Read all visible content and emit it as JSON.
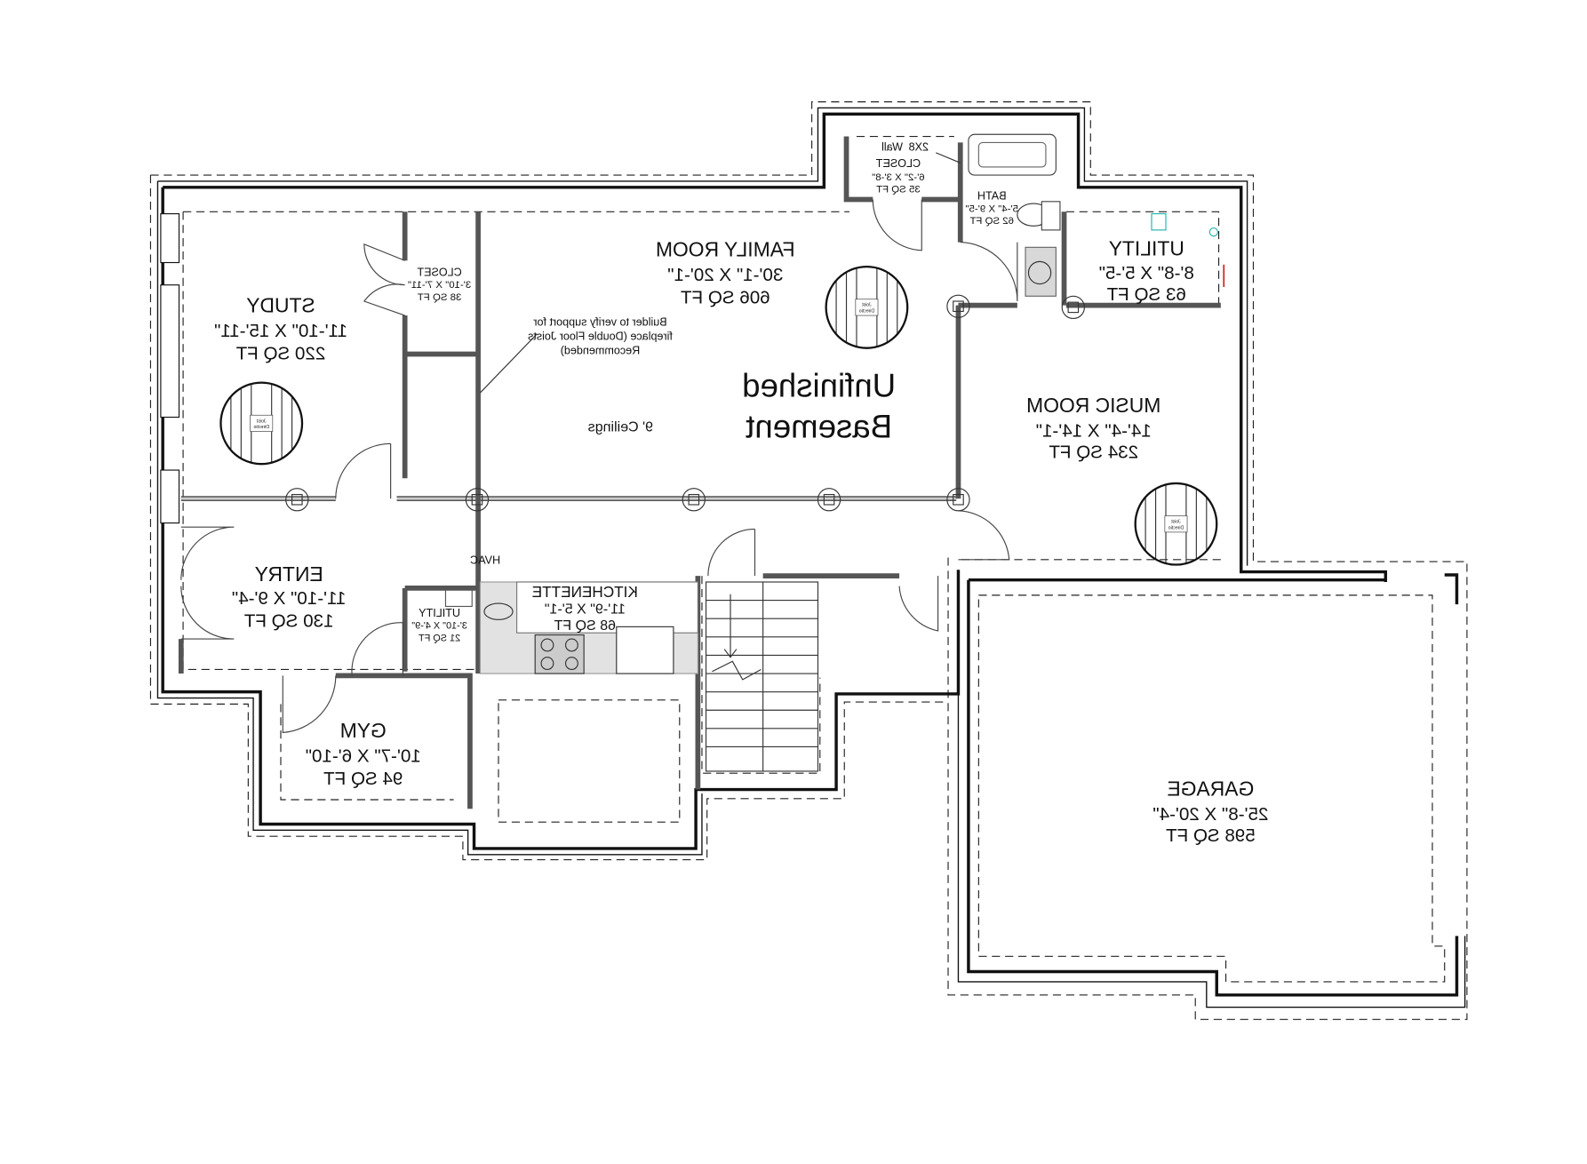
{
  "plan": {
    "title_line1": "Unfinished",
    "title_line2": "Basement",
    "ceiling_note": "9' Ceilings",
    "builder_note": [
      "Builder to verify support for",
      "fireplace (Double Floor Joists",
      "Recommended)"
    ],
    "wall_note": [
      "2X8",
      "Wall"
    ],
    "hvac_label": "HVAC",
    "joist_label": [
      "Joist",
      "Directio"
    ],
    "text_mirrored": true
  },
  "rooms": {
    "family": {
      "name": "FAMILY ROOM",
      "dims": "30'-1\" X 20'-1\"",
      "area": "606 SQ FT"
    },
    "study": {
      "name": "STUDY",
      "dims": "11'-10\" X 15'-11\"",
      "area": "220 SQ FT"
    },
    "closet1": {
      "name": "CLOSET",
      "dims": "3'-10\" X 7'-11\"",
      "area": "38 SQ FT"
    },
    "closet2": {
      "name": "CLOSET",
      "dims": "6'-2\" X 3'-8\"",
      "area": "35 SQ FT"
    },
    "bath": {
      "name": "BATH",
      "dims": "5'-4\" X 9'-5\"",
      "area": "62 SQ FT"
    },
    "utility1": {
      "name": "UTILITY",
      "dims": "8'-8\" X 5'-5\"",
      "area": "63 SQ FT"
    },
    "music": {
      "name": "MUSIC ROOM",
      "dims": "14'-4\" X 14'-1\"",
      "area": "234 SQ FT"
    },
    "entry": {
      "name": "ENTRY",
      "dims": "11'-10\" X 9'-4\"",
      "area": "130 SQ FT"
    },
    "utility2": {
      "name": "UTILITY",
      "dims": "3'-10\" X 4'-9\"",
      "area": "21 SQ FT"
    },
    "kitchenette": {
      "name": "KITCHENETTE",
      "dims": "11'-9\" X 5'-1\"",
      "area": "68 SQ FT"
    },
    "gym": {
      "name": "GYM",
      "dims": "10'-7\" X 6'-10\"",
      "area": "94 SQ FT"
    },
    "garage": {
      "name": "GARAGE",
      "dims": "25'-8\" X 20'-4\"",
      "area": "598 SQ FT"
    }
  },
  "colors": {
    "wall": "#111111",
    "interior_wall": "#555555",
    "fixture_fill": "#d8d8d8",
    "plumbing_accent": "#1fb5a8",
    "marker": "#cc2222"
  }
}
